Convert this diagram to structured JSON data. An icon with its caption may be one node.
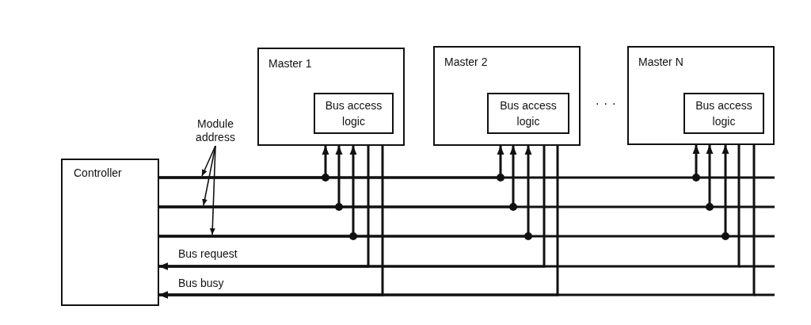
{
  "diagram": {
    "nodes": [
      {
        "text": [
          "Controller"
        ]
      },
      {
        "text": [
          "Master 1"
        ]
      },
      {
        "text": [
          "Bus access logic"
        ],
        "in": 1
      },
      {
        "text": [
          "Master 2"
        ]
      },
      {
        "text": [
          "Bus access logic"
        ],
        "in": 3
      },
      {
        "text": [
          "Master N"
        ]
      },
      {
        "text": [
          "Bus access logic"
        ],
        "in": 5
      },
      {
        "text": [
          "Module address"
        ]
      }
    ],
    "edges": [
      {
        "from": 0,
        "to": 1,
        "arrow": "to"
      },
      {
        "from": 0,
        "to": 3,
        "arrow": "to"
      },
      {
        "from": 0,
        "to": 5,
        "arrow": "to"
      },
      {
        "from": 0,
        "to": 1,
        "arrow": "to"
      },
      {
        "from": 0,
        "to": 3,
        "arrow": "to"
      },
      {
        "from": 0,
        "to": 5,
        "arrow": "to"
      },
      {
        "from": 0,
        "to": 1,
        "arrow": "to"
      },
      {
        "from": 0,
        "to": 3,
        "arrow": "to"
      },
      {
        "from": 0,
        "to": 5,
        "arrow": "to"
      },
      {
        "from": 1,
        "to": 0,
        "arrow": "to"
      },
      {
        "from": 3,
        "to": 0,
        "arrow": "to"
      },
      {
        "from": 5,
        "to": 0,
        "arrow": "to"
      },
      {
        "from": 1,
        "to": 0,
        "arrow": "to"
      },
      {
        "from": 3,
        "to": 0,
        "arrow": "to"
      },
      {
        "from": 5,
        "to": 0,
        "arrow": "to"
      },
      {
        "from": 7,
        "to": null,
        "arrow": "to"
      },
      {
        "from": 7,
        "to": null,
        "arrow": "to"
      },
      {
        "from": 7,
        "to": null,
        "arrow": "to"
      }
    ],
    "labels": [
      "...",
      "Bus request",
      "Bus busy"
    ]
  }
}
